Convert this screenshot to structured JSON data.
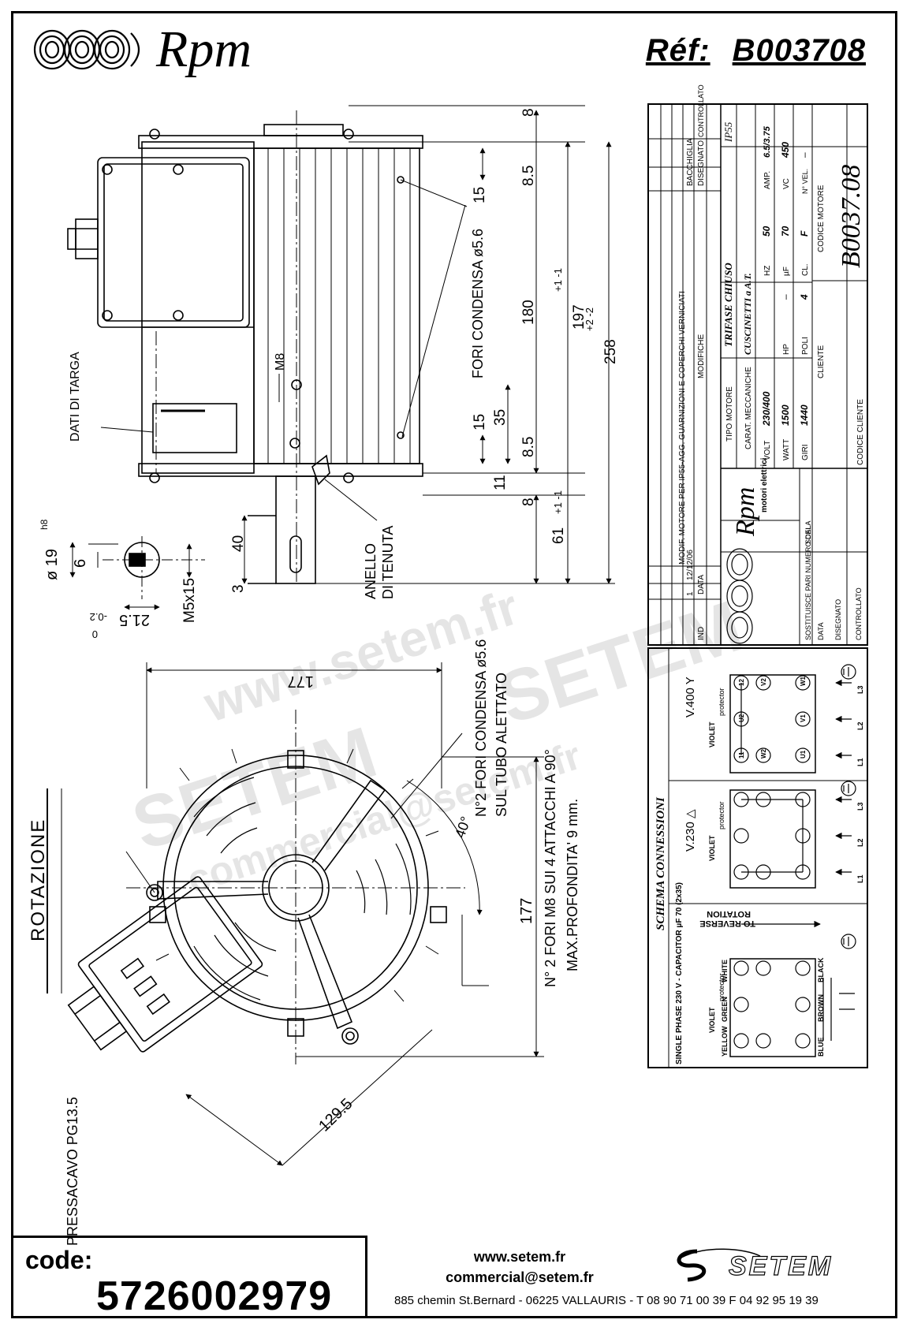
{
  "header": {
    "brand": "Rpm",
    "ref_label": "Réf:",
    "ref_code": "B003708"
  },
  "drawing_labels": {
    "dati_targa": "DATI DI TARGA",
    "m8": "M8",
    "fori_condensa": "FORI CONDENSA ø5.6",
    "anello": "ANELLO",
    "di_tenuta": "DI TENUTA",
    "dia19": "ø 19",
    "h8": "h8",
    "key6": "6",
    "key21": "21.5",
    "tol21_a": "-0.2",
    "tol21_b": "0",
    "m5": "M5x15",
    "d40": "40",
    "d3": "3",
    "d15a": "15",
    "d15b": "15",
    "d35": "35",
    "d85a": "8.5",
    "d85b": "8.5",
    "d8a": "8",
    "d8b": "8",
    "d11": "11",
    "d180": "180",
    "d197": "197",
    "tol197": "+1\n-1",
    "d258": "258",
    "tol258": "+2\n-2",
    "d61": "61",
    "tol61": "+1\n-1",
    "rotazione": "ROTAZIONE",
    "pressacavo": "PRESSACAVO PG13.5",
    "d177h": "177",
    "d177v": "177",
    "d1295": "129.5",
    "ang40": "40°",
    "fori2_a": "N°2 FORI CONDENSA ø5.6",
    "fori2_b": "SUL TUBO ALETTATO",
    "fori_m8_a": "N° 2 FORI M8 SUI 4 ATTACCHI A 90°",
    "fori_m8_b": "MAX.PROFONDITA' 9 mm."
  },
  "title_block": {
    "modif_text": "MODIF. MOTORE PER IP55-AGG. GUARNIZIONI E COPERCHI VERNICIATI",
    "rev_num": "1",
    "rev_date": "12/12/06",
    "ind": "IND",
    "data": "DATA",
    "modifiche": "MODIFICHE",
    "disegnato": "DISEGNATO",
    "controllato": "CONTROLLATO",
    "bacchiglia": "BACCHIGLIA",
    "tipo_motore_label": "TIPO MOTORE",
    "tipo_motore_value": "TRIFASE CHIUSO",
    "ip": "IP55",
    "carat_label": "CARAT. MECCANICHE",
    "carat_value": "CUSCINETTI a A.T.",
    "volt_label": "VOLT",
    "volt_value": "230/400",
    "hz_label": "HZ",
    "hz_value": "50",
    "amp_label": "AMP.",
    "amp_value": "6.5/3.75",
    "watt_label": "WATT",
    "watt_value": "1500",
    "hp_label": "HP",
    "hp_value": "–",
    "uf_label": "µF",
    "uf_value": "70",
    "vc_label": "VC",
    "vc_value": "450",
    "giri_label": "GIRI",
    "giri_value": "1440",
    "poli_label": "POLI",
    "poli_value": "4",
    "cl_label": "CL.",
    "cl_value": "F",
    "nvel_label": "N° VEL.",
    "nvel_value": "–",
    "cliente": "CLIENTE",
    "codice_motore_label": "CODICE MOTORE",
    "codice_motore_value": "B0037.08",
    "codice_cliente": "CODICE CLIENTE",
    "rpm_brand": "Rpm",
    "motori": "motori elettrici",
    "sostituisce": "SOSTITUISCE PARI NUMERO DEL",
    "scala": "SCALA",
    "data2": "DATA",
    "disegnato2": "DISEGNATO",
    "controllato2": "CONTROLLATO"
  },
  "schema": {
    "title": "SCHEMA CONNESSIONI",
    "single_phase": "SINGLE PHASE 230 V - CAPACITOR µF 70 (2x35)",
    "to_reverse": "TO REVERSE",
    "rotation": "ROTATION",
    "v230": "V.230 △",
    "v400": "V.400 Y",
    "violet": "VIOLET",
    "protector": "protector",
    "yellow": "YELLOW",
    "green": "GREEN",
    "white": "WHITE",
    "blue": "BLUE",
    "brown": "BROWN",
    "black": "BLACK",
    "l1": "L1",
    "l2": "L2",
    "l3": "L3",
    "n11": "11",
    "n12": "12",
    "w2": "W2",
    "u2": "U2",
    "v2": "V2",
    "u1": "U1",
    "v1": "V1",
    "w1": "W1"
  },
  "footer": {
    "code_label": "code:",
    "code_value": "5726002979",
    "website": "www.setem.fr",
    "email": "commercial@setem.fr",
    "address": "885 chemin St.Bernard  -  06225 VALLAURIS  -  T 08 90 71 00 39  F 04 92 95 19 39",
    "setem_logo_text": "SETEM"
  },
  "watermarks": {
    "w1": "www.setem.fr",
    "w2": "SETEM",
    "w3": "commercial@setem.fr",
    "w4": "SETEM",
    "w5": "www.setem.fr"
  }
}
